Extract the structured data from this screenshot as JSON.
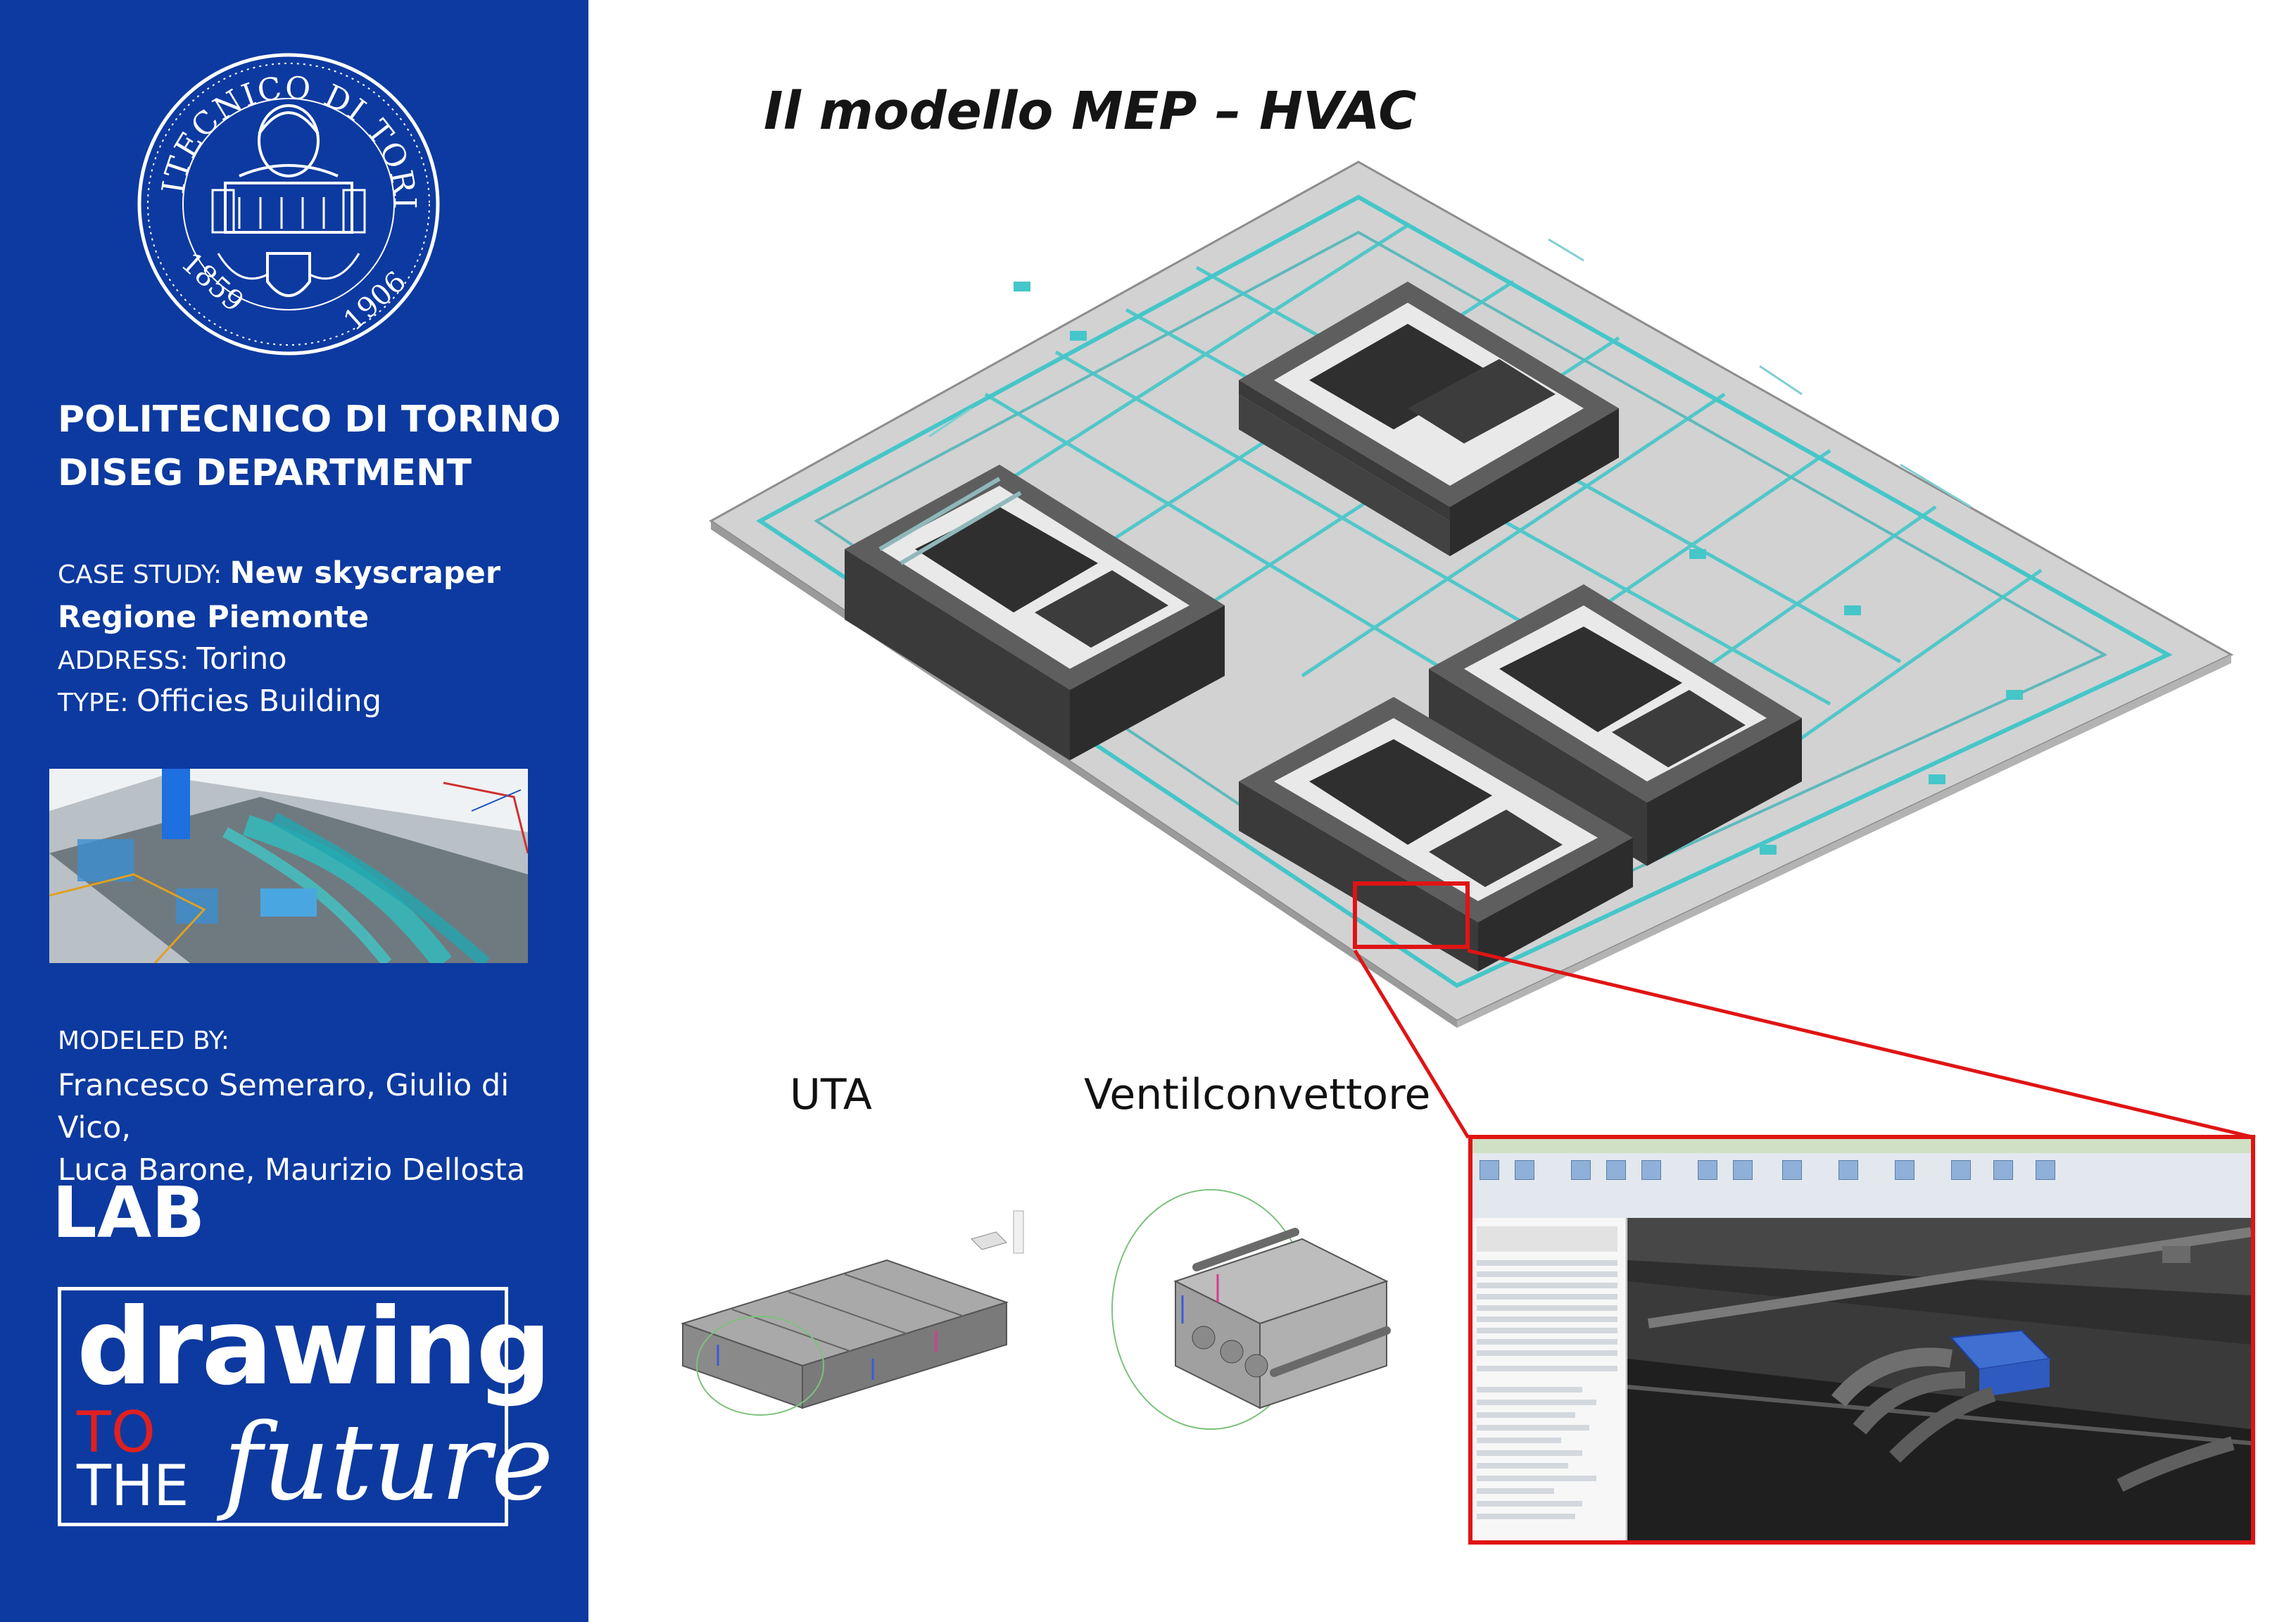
{
  "sidebar": {
    "institution_line1": "POLITECNICO DI TORINO",
    "institution_line2": "DISEG DEPARTMENT",
    "case_study_label": "CASE STUDY: ",
    "case_study_value": "New skyscraper Regione Piemonte",
    "address_label": "ADDRESS: ",
    "address_value": "Torino",
    "type_label": "TYPE: ",
    "type_value": "Officies Building",
    "modeled_by_label": "MODELED BY:",
    "modeled_by_line1": "Francesco Semeraro, Giulio di Vico,",
    "modeled_by_line2": "Luca Barone, Maurizio Dellosta",
    "lab": "LAB",
    "logo": {
      "drawing": "drawing",
      "to": "TO",
      "the": "THE",
      "future": "future"
    },
    "seal": {
      "text": "POLITECNICO DI TORINO",
      "year_left": "1859",
      "year_right": "1906"
    }
  },
  "main": {
    "title": "Il modello MEP – HVAC",
    "caption_uta": "UTA",
    "caption_fan": "Ventilconvettore"
  },
  "colors": {
    "sidebar_bg": "#0d3aa0",
    "duct_cyan": "#45c6c9",
    "highlight_red": "#e01414",
    "logo_red": "#e02020"
  }
}
